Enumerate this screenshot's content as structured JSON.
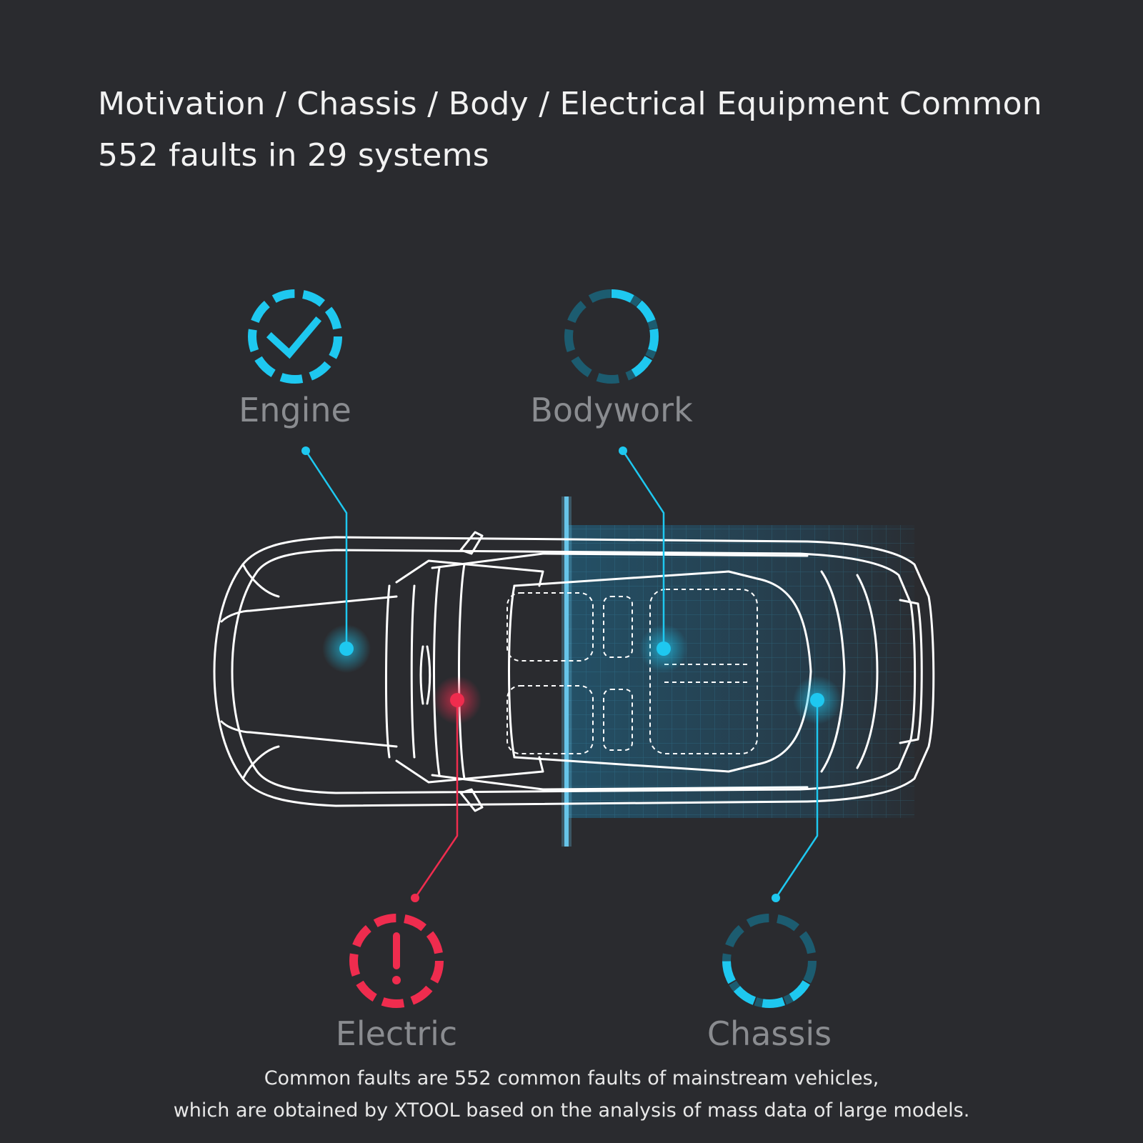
{
  "headline": {
    "line1": "Motivation / Chassis / Body / Electrical Equipment Common",
    "line2": "552 faults in 29 systems"
  },
  "systems": [
    {
      "key": "engine",
      "label": "Engine",
      "status": "ok",
      "icon": "check-icon",
      "color": "#1ec8f0"
    },
    {
      "key": "bodywork",
      "label": "Bodywork",
      "status": "scanning",
      "icon": "ring-icon",
      "color": "#1ec8f0"
    },
    {
      "key": "electric",
      "label": "Electric",
      "status": "fault",
      "icon": "exclamation-icon",
      "color": "#ef2c4e"
    },
    {
      "key": "chassis",
      "label": "Chassis",
      "status": "scanning",
      "icon": "ring-icon",
      "color": "#1ec8f0"
    }
  ],
  "footer": {
    "line1": "Common faults are 552 common faults of mainstream vehicles,",
    "line2": "which are obtained by XTOOL based on the analysis of mass data of large models."
  }
}
